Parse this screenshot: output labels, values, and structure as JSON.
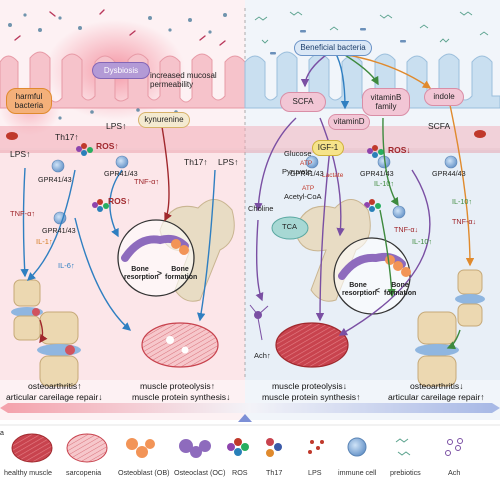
{
  "left": {
    "dysbiosis": "Dysbiosis",
    "permeability": "increased mucosal permeability",
    "harmful_bacteria": "harmful bacteria",
    "kynurenine": "kynurenine",
    "th17_a": "Th17",
    "th17_b": "Th17",
    "lps_a": "LPS",
    "lps_b": "LPS",
    "lps_c": "LPS",
    "ros_a": "ROS",
    "ros_b": "ROS",
    "gpr_a": "GPR41/43",
    "gpr_b": "GPR41/43",
    "gpr_c": "GPR41/43",
    "tnf_a": "TNF-α",
    "tnf_b": "TNF-α",
    "il1": "IL-1",
    "il6": "IL-6",
    "bone_resorption": "Bone resorption",
    "bone_formation": "Bone formation",
    "bone_sign": ">",
    "outcome_oa": "osteoarthritis",
    "outcome_cart": "articular careilage repair",
    "outcome_prot": "muscle proteolysis",
    "outcome_synth": "muscle protein synthesis"
  },
  "right": {
    "beneficial": "Beneficial bacteria",
    "scfa_a": "SCFA",
    "scfa_b": "SCFA",
    "vitb": "vitaminB family",
    "indole": "indole",
    "vitd": "vitaminD",
    "igf": "IGF-1",
    "glucose": "Glucose",
    "atp_a": "ATP",
    "atp_b": "ATP",
    "pyruvate": "Pyruvate",
    "lactate": "Lactate",
    "acetyl": "Acetyl-CoA",
    "choline": "Choline",
    "tca": "TCA",
    "ach": "Ach",
    "ros": "ROS",
    "gpr_a": "GPR41/43",
    "gpr_b": "GPR41/43",
    "gpr_c": "GPR44/43",
    "il10_a": "IL-10",
    "il10_b": "IL-10",
    "il10_c": "IL-10",
    "tnf_a": "TNF-α",
    "tnf_b": "TNF-α",
    "bone_resorption": "Bone resorption",
    "bone_formation": "Bone formation",
    "bone_sign": "<",
    "outcome_prot": "muscle proteolysis",
    "outcome_synth": "muscle protein synthesis",
    "outcome_oa": "osteoarthritis",
    "outcome_cart": "articular careilage repair"
  },
  "arrows": {
    "up": "↑",
    "down": "↓"
  },
  "legend": {
    "marker": "a",
    "items": [
      "healthy muscle",
      "sarcopenia",
      "Osteoblast (OB)",
      "Osteoclast (OC)",
      "ROS",
      "Th17",
      "LPS",
      "immune cell",
      "prebiotics",
      "Ach"
    ]
  },
  "colors": {
    "left_bg": "#fbe3e6",
    "right_bg": "#e6eef6",
    "blue_arrow": "#2f7fc1",
    "purple_arrow": "#7a4fa3",
    "red_arrow": "#a0282d",
    "orange_arrow": "#e08a2d",
    "green_arrow": "#3e8a3e",
    "muscle": "#c8434e"
  }
}
